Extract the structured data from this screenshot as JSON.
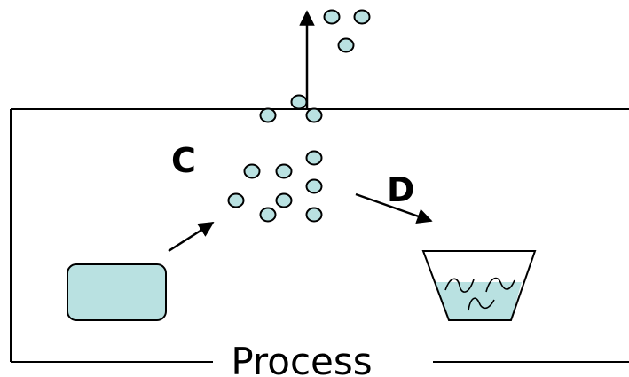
{
  "labels": {
    "c": "C",
    "d": "D",
    "caption": "Process"
  },
  "colors": {
    "fill": "#b9e1e1",
    "stroke": "#000000",
    "background": "#ffffff"
  }
}
